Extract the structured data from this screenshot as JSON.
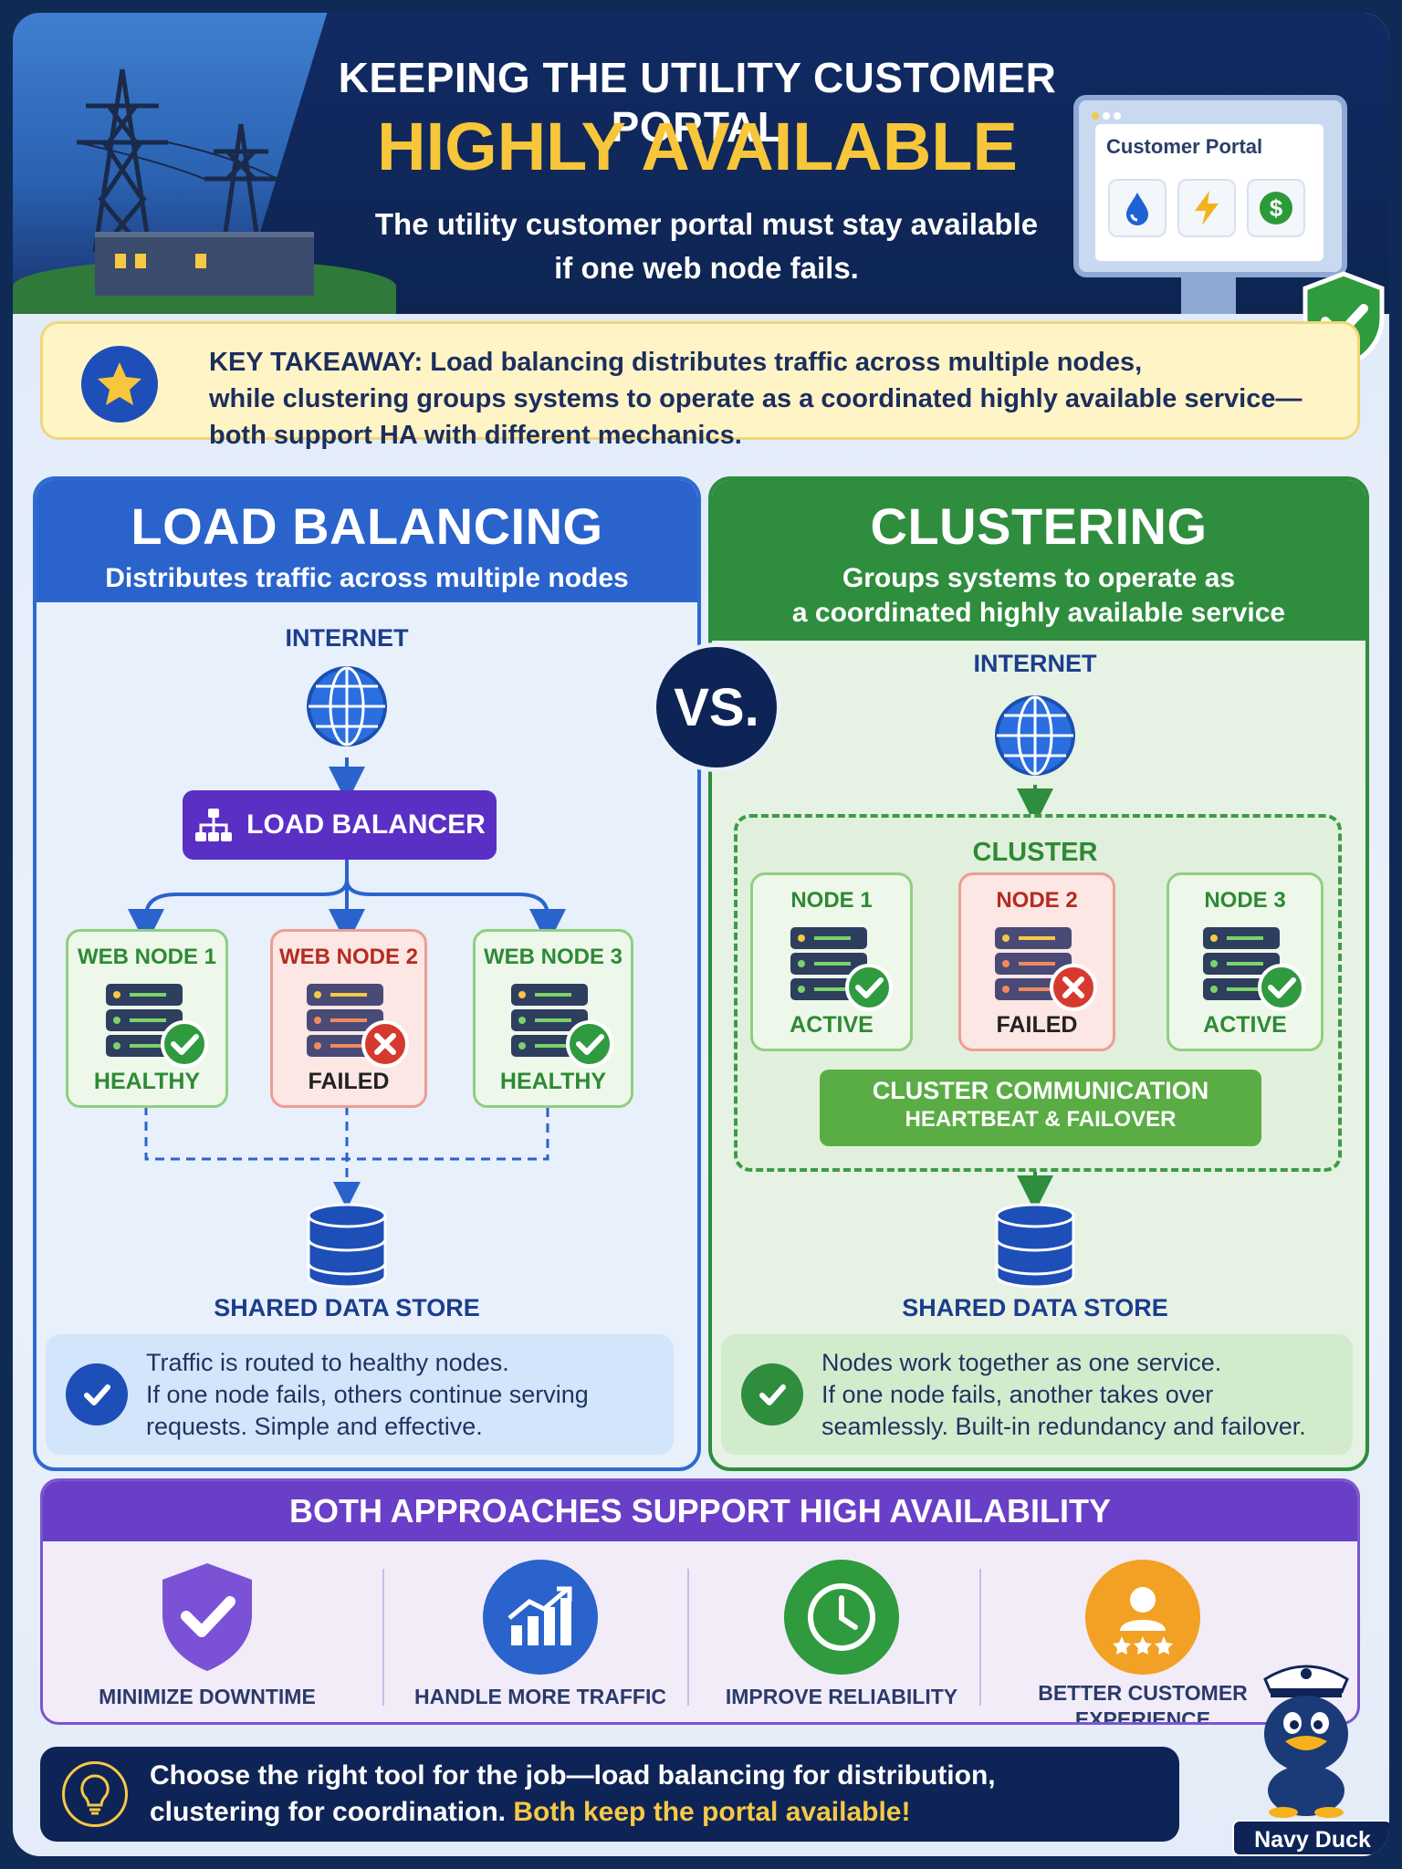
{
  "header": {
    "title_line1": "KEEPING THE UTILITY CUSTOMER PORTAL",
    "title_line2": "HIGHLY AVAILABLE",
    "subtitle_line1": "The utility customer portal must stay available",
    "subtitle_line2": "if one web node fails.",
    "portal_label": "Customer Portal",
    "portal_icons": [
      "water-drop-icon",
      "lightning-icon",
      "dollar-icon"
    ]
  },
  "takeaway": {
    "line1": "KEY TAKEAWAY: Load balancing distributes traffic across multiple nodes,",
    "line2": "while clustering groups systems to operate as a coordinated highly available service—",
    "line3": "both support HA with different mechanics."
  },
  "vs_label": "VS.",
  "load_balancing": {
    "title": "LOAD BALANCING",
    "subtitle": "Distributes traffic across multiple nodes",
    "internet_label": "INTERNET",
    "balancer_label": "LOAD BALANCER",
    "nodes": [
      {
        "name": "WEB NODE 1",
        "status": "HEALTHY"
      },
      {
        "name": "WEB NODE 2",
        "status": "FAILED"
      },
      {
        "name": "WEB NODE 3",
        "status": "HEALTHY"
      }
    ],
    "store_label": "SHARED DATA STORE",
    "note_line1": "Traffic is routed to healthy nodes.",
    "note_line2": "If one node fails, others continue serving",
    "note_line3": "requests. Simple and effective."
  },
  "clustering": {
    "title": "CLUSTERING",
    "subtitle_line1": "Groups systems to operate as",
    "subtitle_line2": "a coordinated highly available service",
    "internet_label": "INTERNET",
    "cluster_label": "CLUSTER",
    "nodes": [
      {
        "name": "NODE 1",
        "status": "ACTIVE"
      },
      {
        "name": "NODE 2",
        "status": "FAILED"
      },
      {
        "name": "NODE 3",
        "status": "ACTIVE"
      }
    ],
    "comm_line1": "CLUSTER COMMUNICATION",
    "comm_line2": "HEARTBEAT & FAILOVER",
    "store_label": "SHARED DATA STORE",
    "note_line1": "Nodes work together as one service.",
    "note_line2": "If one node fails, another takes over",
    "note_line3": "seamlessly. Built-in redundancy and failover."
  },
  "benefits": {
    "title": "BOTH APPROACHES SUPPORT HIGH AVAILABILITY",
    "items": [
      {
        "label": "MINIMIZE DOWNTIME",
        "icon": "shield-check-icon"
      },
      {
        "label": "HANDLE MORE TRAFFIC",
        "icon": "growth-chart-icon"
      },
      {
        "label": "IMPROVE RELIABILITY",
        "icon": "clock-icon"
      },
      {
        "label_line1": "BETTER CUSTOMER",
        "label_line2": "EXPERIENCE",
        "icon": "customer-rating-icon"
      }
    ]
  },
  "footer": {
    "line1": "Choose the right tool for the job—load balancing for distribution,",
    "line2_plain": "clustering for coordination.",
    "line2_highlight": "Both keep the portal available!"
  },
  "mascot_label": "Navy Duck",
  "colors": {
    "navy": "#0f2456",
    "lb_blue": "#2a63cc",
    "cluster_green": "#2f8d3e",
    "accent_yellow": "#f8c63a",
    "benefit_purple": "#6a3fc8",
    "healthy_green": "#2d8a35",
    "failed_red": "#d63a2f"
  }
}
